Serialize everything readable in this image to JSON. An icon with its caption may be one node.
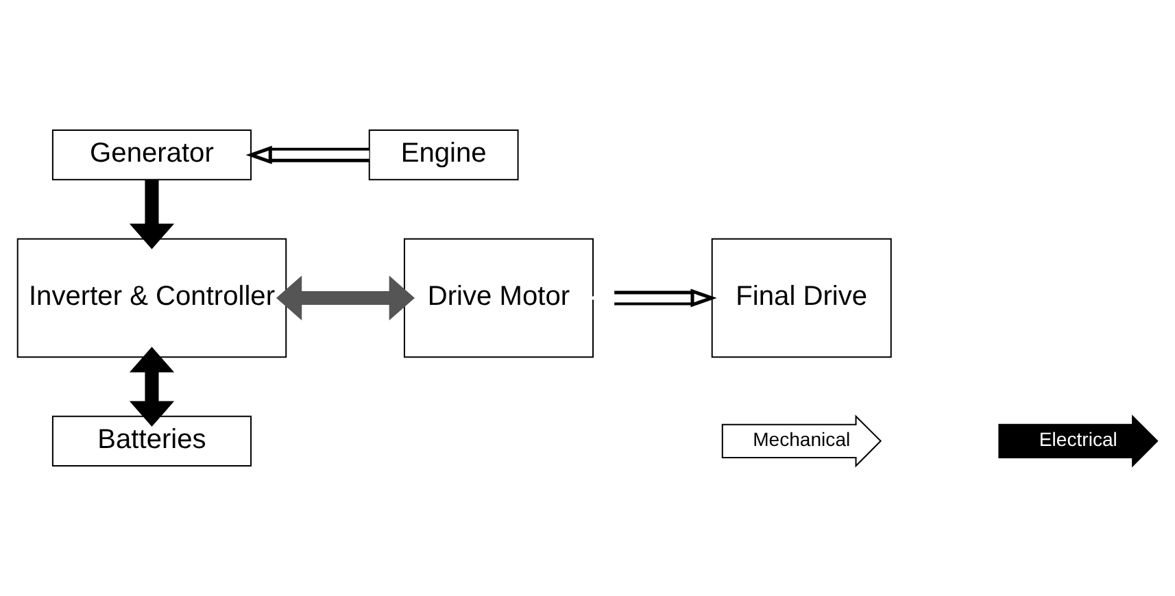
{
  "diagram": {
    "nodes": [
      {
        "text": [
          "Generator"
        ]
      },
      {
        "text": [
          "Engine"
        ]
      },
      {
        "text": [
          "Inverter & Controller"
        ]
      },
      {
        "text": [
          "Drive Motor"
        ]
      },
      {
        "text": [
          "Final Drive"
        ]
      },
      {
        "text": [
          "Batteries"
        ]
      }
    ],
    "edges": [
      {
        "from": 1,
        "to": 0,
        "arrow": "to"
      },
      {
        "from": 0,
        "to": 2,
        "arrow": "to",
        "color": "#000000"
      },
      {
        "from": 2,
        "to": 3,
        "arrow": "both",
        "color": "#555555"
      },
      {
        "from": 3,
        "to": 4,
        "arrow": "both"
      },
      {
        "from": 2,
        "to": 5,
        "arrow": "both",
        "color": "#000000"
      }
    ],
    "legend": [
      {
        "text": "Mechanical",
        "color": "#ffffff"
      },
      {
        "text": "Electrical",
        "color": "#000000"
      }
    ]
  }
}
